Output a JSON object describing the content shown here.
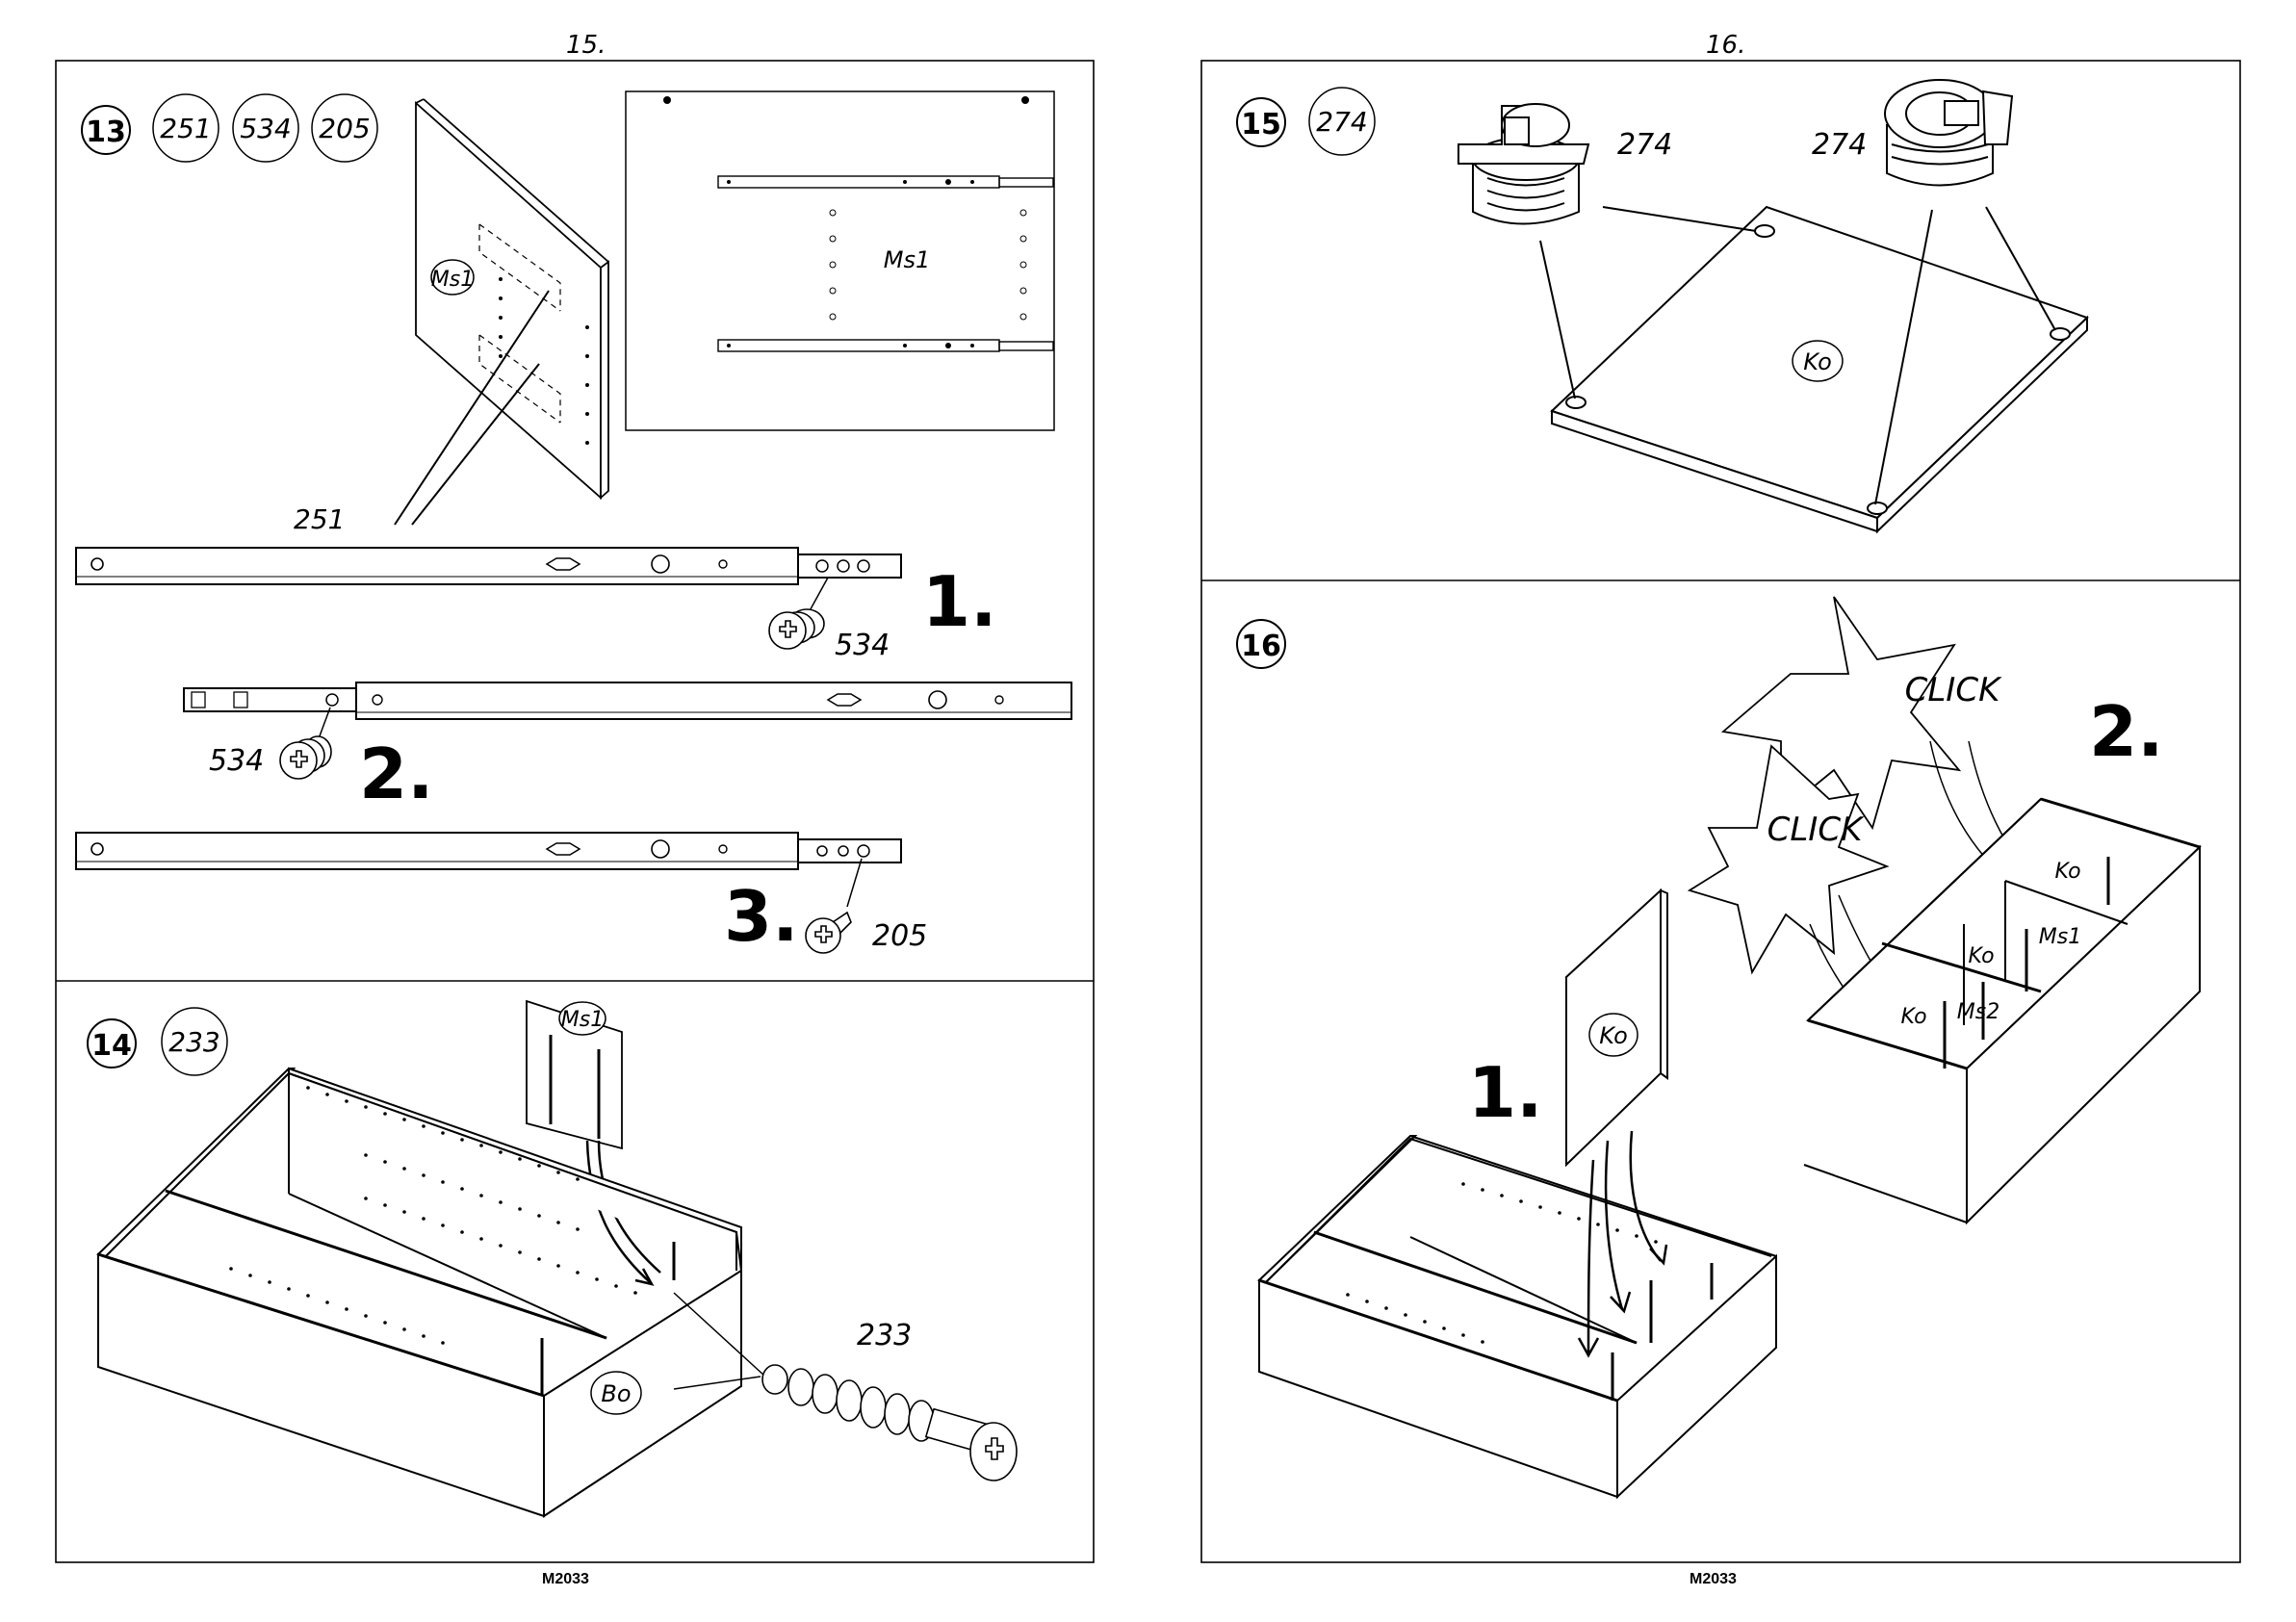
{
  "pages": [
    {
      "page_number": "15.",
      "footer_code": "M2033",
      "steps": [
        {
          "number": "13",
          "part_codes": [
            "251",
            "534",
            "205"
          ],
          "labels": {
            "panel": "Ms1",
            "inset_panel": "Ms1",
            "rail_part": "251",
            "sub1": "1.",
            "sub1_part": "534",
            "sub2": "2.",
            "sub2_part": "534",
            "sub3": "3.",
            "sub3_part": "205"
          }
        },
        {
          "number": "14",
          "part_codes": [
            "233"
          ],
          "labels": {
            "divider": "Ms1",
            "bottom": "Bo",
            "fitting_part": "233"
          }
        }
      ]
    },
    {
      "page_number": "16.",
      "footer_code": "M2033",
      "steps": [
        {
          "number": "15",
          "part_codes": [
            "274"
          ],
          "labels": {
            "fitting_left": "274",
            "fitting_right": "274",
            "panel": "Ko"
          }
        },
        {
          "number": "16",
          "part_codes": [],
          "labels": {
            "sub1": "1.",
            "sub2": "2.",
            "click_1": "CLICK",
            "click_2": "CLICK",
            "loose_panel": "Ko",
            "ko_top": "Ko",
            "ms1": "Ms1",
            "ko_mid": "Ko",
            "ko_low": "Ko",
            "ms2": "Ms2"
          }
        }
      ]
    }
  ]
}
